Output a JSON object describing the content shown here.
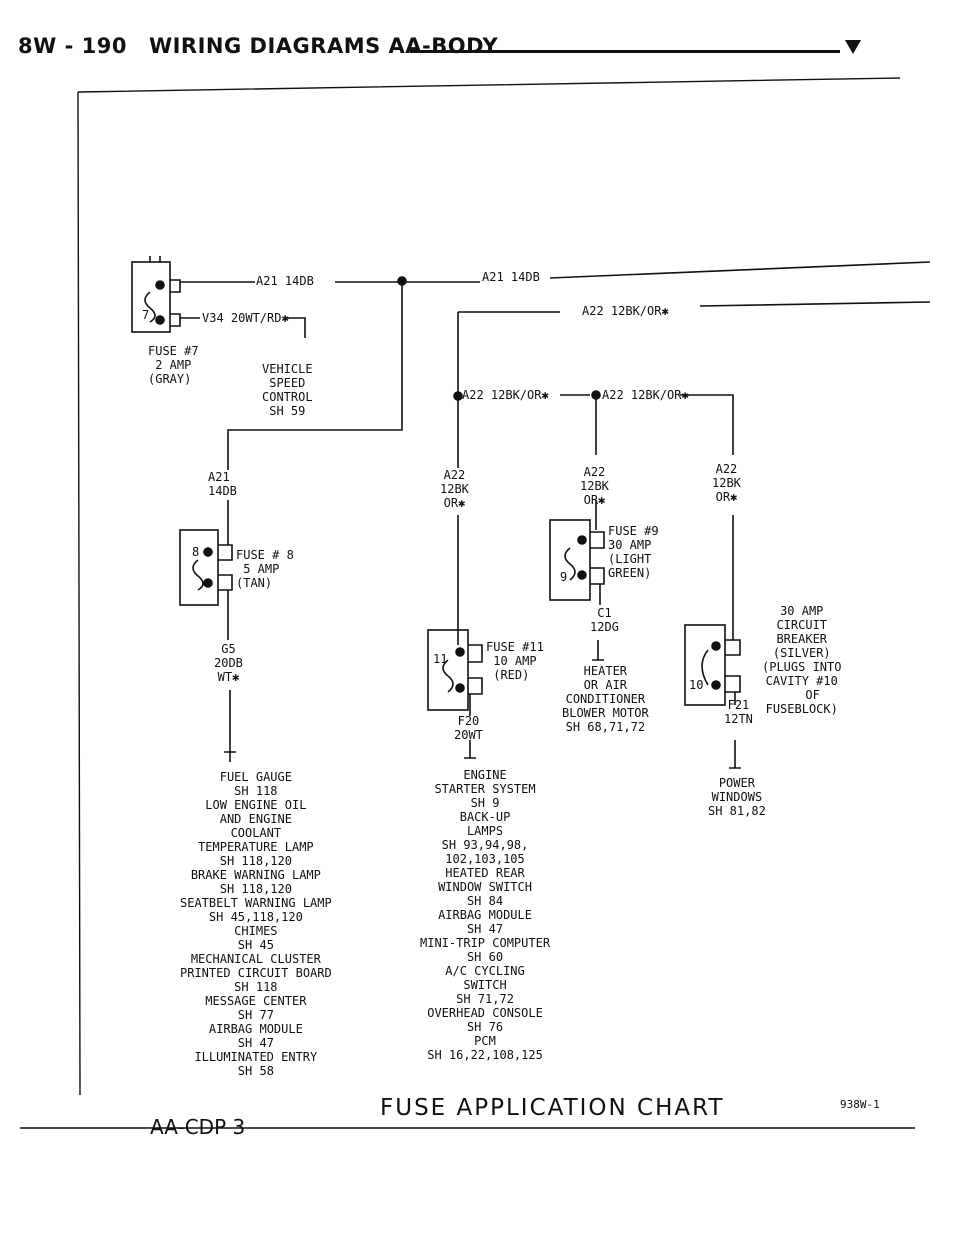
{
  "header": {
    "page_number": "8W - 190",
    "title": "WIRING DIAGRAMS AA-BODY"
  },
  "footer": {
    "chart_title": "FUSE APPLICATION CHART",
    "sheet_code": "AA-CDP 3",
    "page_ref": "938W-1"
  },
  "wires": {
    "top_a21_left": "A21 14DB",
    "top_a21_right": "A21 14DB",
    "v34": "V34 20WT/RD✱",
    "a22_top": "A22 12BK/OR✱",
    "a22_mid_left": "A22 12BK/OR✱",
    "a22_mid_right": "A22 12BK/OR✱",
    "a21_down": "A21\n14DB",
    "g5": "G5\n20DB\nWT✱",
    "a22_drop_1": "A22\n12BK\nOR✱",
    "a22_drop_2": "A22\n12BK\nOR✱",
    "a22_drop_3": "A22\n12BK\nOR✱",
    "c1": "C1\n12DG",
    "f20": "F20\n20WT",
    "f21": "F21\n12TN"
  },
  "fuses": {
    "fuse7_num": "7",
    "fuse7": "FUSE #7\n 2 AMP\n(GRAY)",
    "fuse8_num": "8",
    "fuse8": "FUSE # 8\n 5 AMP\n(TAN)",
    "fuse9_num": "9",
    "fuse9": "FUSE #9\n30 AMP\n(LIGHT\nGREEN)",
    "fuse11_num": "11",
    "fuse11": "FUSE #11\n 10 AMP\n (RED)",
    "cb_num": "10",
    "breaker": "30 AMP\nCIRCUIT\nBREAKER\n(SILVER)\n(PLUGS INTO\nCAVITY #10\n   OF\nFUSEBLOCK)"
  },
  "loads": {
    "vehicle_speed": "VEHICLE\nSPEED\nCONTROL\nSH 59",
    "fuse8_loads": "FUEL GAUGE\nSH 118\nLOW ENGINE OIL\nAND ENGINE\nCOOLANT\nTEMPERATURE LAMP\nSH 118,120\nBRAKE WARNING LAMP\nSH 118,120\nSEATBELT WARNING LAMP\nSH 45,118,120\nCHIMES\nSH 45\nMECHANICAL CLUSTER\nPRINTED CIRCUIT BOARD\nSH 118\nMESSAGE CENTER\nSH 77\nAIRBAG MODULE\nSH 47\nILLUMINATED ENTRY\nSH 58",
    "fuse11_loads": "ENGINE\nSTARTER SYSTEM\nSH 9\nBACK-UP\nLAMPS\nSH 93,94,98,\n102,103,105\nHEATED REAR\nWINDOW SWITCH\nSH 84\nAIRBAG MODULE\nSH 47\nMINI-TRIP COMPUTER\nSH 60\nA/C CYCLING\nSWITCH\nSH 71,72\nOVERHEAD CONSOLE\nSH 76\nPCM\nSH 16,22,108,125",
    "fuse9_loads": "HEATER\nOR AIR\nCONDITIONER\nBLOWER MOTOR\nSH 68,71,72",
    "breaker_loads": "POWER\nWINDOWS\nSH 81,82"
  }
}
